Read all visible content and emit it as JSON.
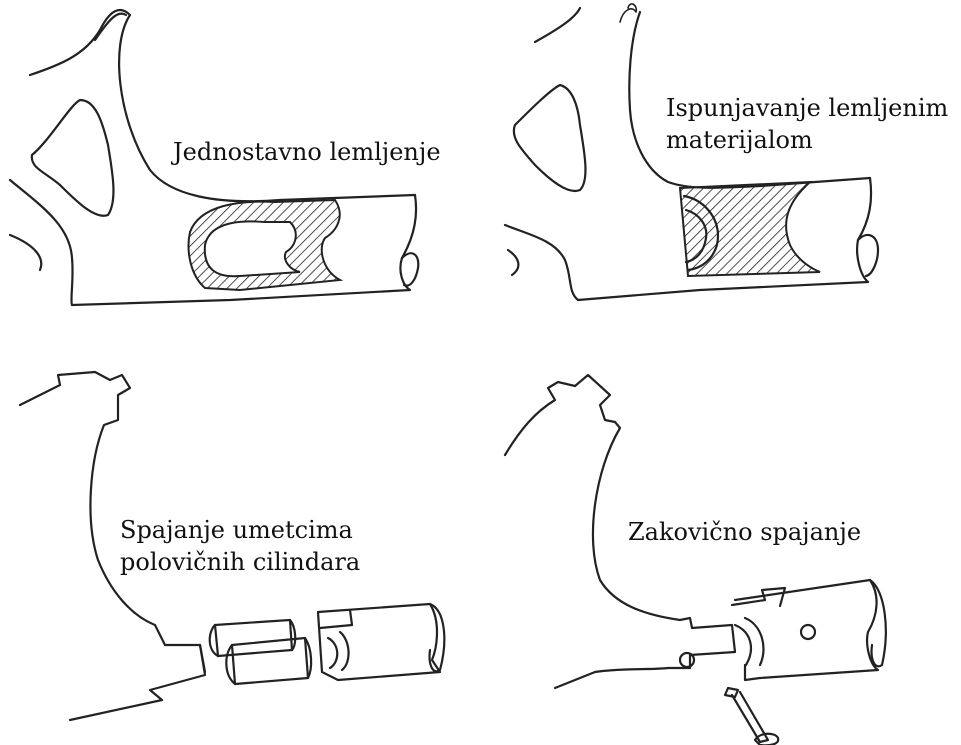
{
  "panels": [
    {
      "id": "top-left",
      "lines": [
        "Jednostavno lemljenje"
      ]
    },
    {
      "id": "top-right",
      "lines": [
        "Ispunjavanje lemljenim",
        "materijalom"
      ]
    },
    {
      "id": "bottom-left",
      "lines": [
        "Spajanje umetcima",
        "polovičnih cilindara"
      ]
    },
    {
      "id": "bottom-right",
      "lines": [
        "Zakovično spajanje"
      ]
    }
  ]
}
